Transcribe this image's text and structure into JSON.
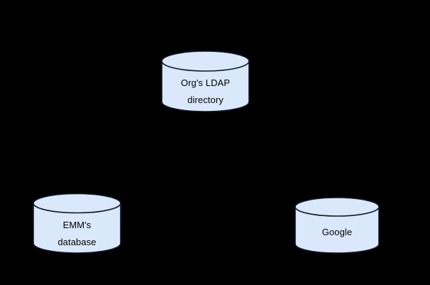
{
  "diagram": {
    "background_color": "#000000",
    "shape_fill_color": "#dae8fc",
    "shape_stroke_color": "#101828",
    "text_color": "#000000",
    "nodes": [
      {
        "id": "ldap",
        "shape": "cylinder",
        "label": "Org's LDAP\ndirectory",
        "line1": "Org's LDAP",
        "line2": "directory"
      },
      {
        "id": "emm",
        "shape": "cylinder",
        "label": "EMM's\ndatabase",
        "line1": "EMM's",
        "line2": "database"
      },
      {
        "id": "google",
        "shape": "cylinder",
        "label": "Google",
        "line1": "Google",
        "line2": ""
      }
    ],
    "connectors": []
  }
}
